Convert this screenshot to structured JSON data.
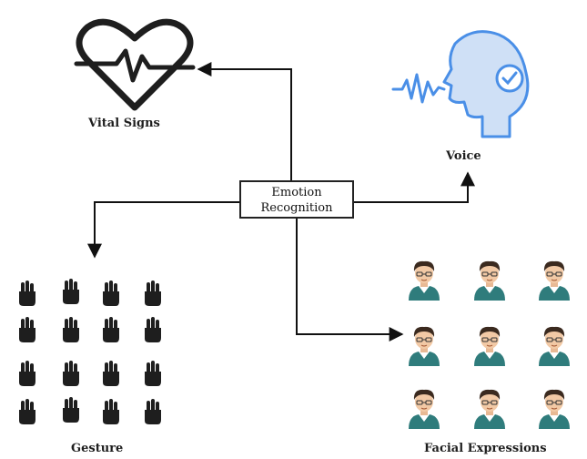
{
  "center": {
    "line1": "Emotion",
    "line2": "Recognition"
  },
  "nodes": {
    "vital_signs": "Vital Signs",
    "voice": "Voice",
    "gesture": "Gesture",
    "facial_expressions": "Facial Expressions"
  },
  "colors": {
    "line": "#111111",
    "voice_accent": "#4a8fe7",
    "face_shirt": "#2f7c7c",
    "skin": "#f2c9a5",
    "hair": "#3b2a1f"
  },
  "icons": {
    "vital_signs": "heartbeat-icon",
    "voice": "speaking-head-icon",
    "gesture": "hand-gestures-icon",
    "facial_expressions": "face-avatar-icon"
  }
}
